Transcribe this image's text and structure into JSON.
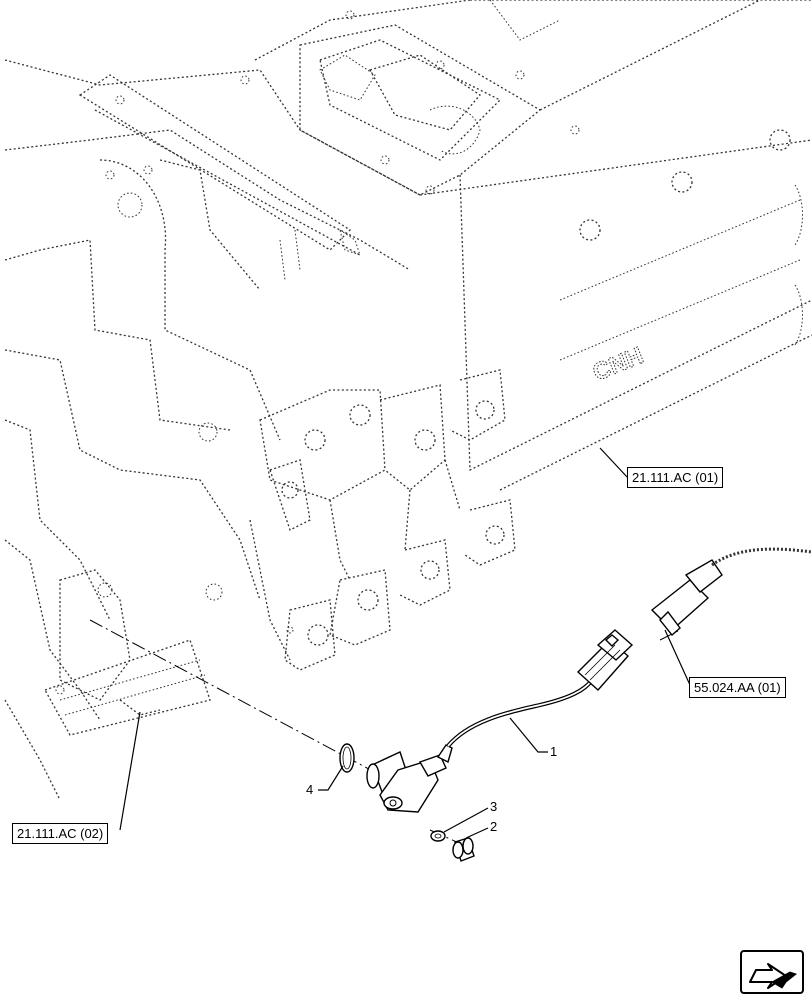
{
  "references": {
    "ref_top_right": "21.111.AC (01)",
    "ref_sensor_connector": "55.024.AA (01)",
    "ref_bottom_left": "21.111.AC (02)"
  },
  "callouts": {
    "item_1": "1",
    "item_2": "2",
    "item_3": "3",
    "item_4": "4"
  },
  "housing_logo": "CNH",
  "nav_icon": "next-page-arrow-icon"
}
